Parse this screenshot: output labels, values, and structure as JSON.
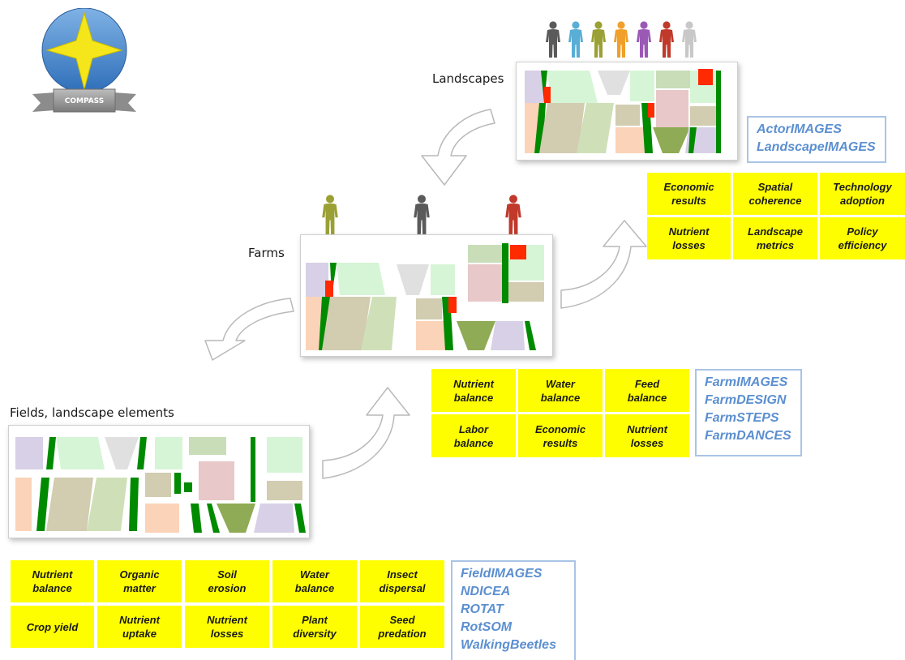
{
  "logo": {
    "text": "COMPASS",
    "icon": "compass-star-icon"
  },
  "scales": {
    "landscapes": {
      "label": "Landscapes",
      "actor_colors": [
        "#5a5a5a",
        "#5aaed6",
        "#9aa033",
        "#f0a02a",
        "#9b59b6",
        "#c0392b",
        "#c8c8c8"
      ],
      "tools": [
        "ActorIMAGES",
        "LandscapeIMAGES"
      ],
      "indicators": [
        "Economic\nresults",
        "Spatial\ncoherence",
        "Technology\nadoption",
        "Nutrient\nlosses",
        "Landscape\nmetrics",
        "Policy\nefficiency"
      ]
    },
    "farms": {
      "label": "Farms",
      "actor_colors": [
        "#9aa033",
        "#5a5a5a",
        "#c0392b"
      ],
      "tools": [
        "FarmIMAGES",
        "FarmDESIGN",
        "FarmSTEPS",
        "FarmDANCES"
      ],
      "indicators": [
        "Nutrient\nbalance",
        "Water\nbalance",
        "Feed\nbalance",
        "Labor\nbalance",
        "Economic\nresults",
        "Nutrient\nlosses"
      ]
    },
    "fields": {
      "label": "Fields, landscape elements",
      "tools": [
        "FieldIMAGES",
        "NDICEA",
        "ROTAT",
        "RotSOM",
        "WalkingBeetles"
      ],
      "indicators": [
        "Nutrient\nbalance",
        "Organic\nmatter",
        "Soil\nerosion",
        "Water\nbalance",
        "Insect\ndispersal",
        "Crop yield",
        "Nutrient\nuptake",
        "Nutrient\nlosses",
        "Plant\ndiversity",
        "Seed\npredation"
      ]
    }
  },
  "colors": {
    "indicator_box": "#fefe00",
    "tool_text": "#5b8fd0",
    "tool_border": "#a9c4e6",
    "hedge_green": "#008a00",
    "farm_marker_red": "#ff2a00"
  }
}
